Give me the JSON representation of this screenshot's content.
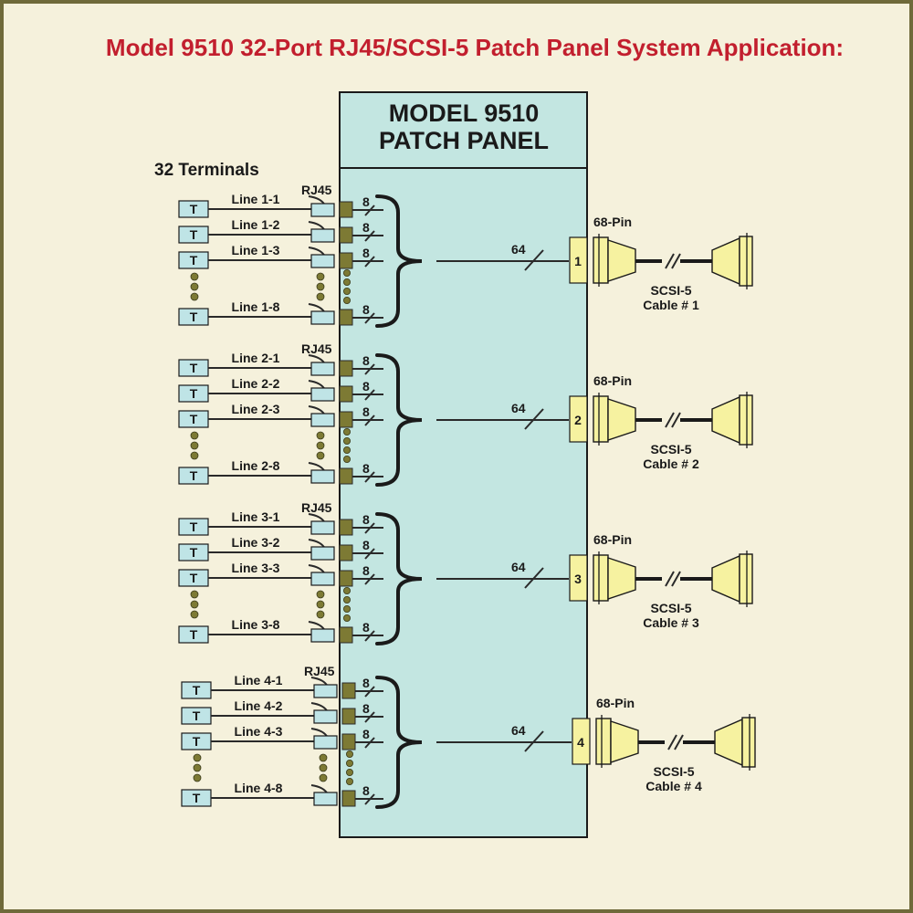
{
  "title": "Model 9510 32-Port RJ45/SCSI-5 Patch Panel System Application:",
  "panel": {
    "title_line1": "MODEL 9510",
    "title_line2": "PATCH PANEL"
  },
  "terminals_label": "32 Terminals",
  "terminal_glyph": "T",
  "rj45_label": "RJ45",
  "pins_label": "68-Pin",
  "wire_count_label": "8",
  "bus_count_label": "64",
  "colors": {
    "title": "#c21f2e",
    "background": "#f5f1dc",
    "border": "#6f6a3a",
    "panel": "#c3e6e1",
    "terminal": "#bfe4e6",
    "jack": "#7d7a34",
    "connector": "#f6f2a0"
  },
  "groups": [
    {
      "port": "1",
      "lines": [
        "Line 1-1",
        "Line 1-2",
        "Line 1-3",
        "Line 1-8"
      ],
      "cable_line1": "SCSI-5",
      "cable_line2": "Cable # 1"
    },
    {
      "port": "2",
      "lines": [
        "Line 2-1",
        "Line 2-2",
        "Line 2-3",
        "Line 2-8"
      ],
      "cable_line1": "SCSI-5",
      "cable_line2": "Cable # 2"
    },
    {
      "port": "3",
      "lines": [
        "Line 3-1",
        "Line 3-2",
        "Line 3-3",
        "Line 3-8"
      ],
      "cable_line1": "SCSI-5",
      "cable_line2": "Cable # 3"
    },
    {
      "port": "4",
      "lines": [
        "Line 4-1",
        "Line 4-2",
        "Line 4-3",
        "Line 4-8"
      ],
      "cable_line1": "SCSI-5",
      "cable_line2": "Cable # 4"
    }
  ]
}
